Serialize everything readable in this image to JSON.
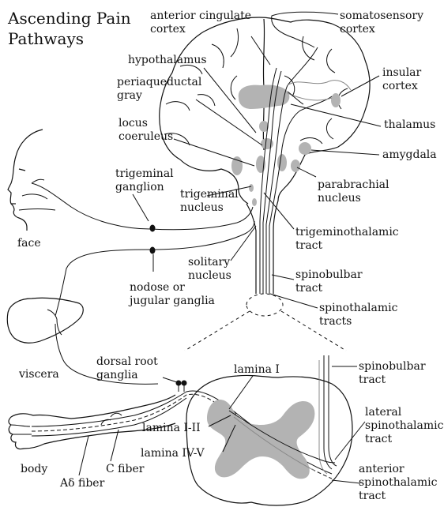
{
  "title": [
    "Ascending Pain",
    "Pathways"
  ],
  "labels": {
    "anterior_cingulate_cortex": [
      "anterior cingulate",
      "cortex"
    ],
    "somatosensory_cortex": [
      "somatosensory",
      "cortex"
    ],
    "hypothalamus": [
      "hypothalamus"
    ],
    "insular_cortex": [
      "insular",
      "cortex"
    ],
    "periaqueductal_gray": [
      "periaqueductal",
      "gray"
    ],
    "thalamus": [
      "thalamus"
    ],
    "locus_coeruleus": [
      "locus",
      "coeruleus"
    ],
    "amygdala": [
      "amygdala"
    ],
    "trigeminal_ganglion": [
      "trigeminal",
      "ganglion"
    ],
    "trigeminal_nucleus": [
      "trigeminal",
      "nucleus"
    ],
    "parabrachial_nucleus": [
      "parabrachial",
      "nucleus"
    ],
    "face": [
      "face"
    ],
    "trigeminothalamic_tract": [
      "trigeminothalamic",
      "tract"
    ],
    "solitary_nucleus": [
      "solitary",
      "nucleus"
    ],
    "nodose_or_jugular_ganglia": [
      "nodose or",
      "jugular ganglia"
    ],
    "spinobulbar_tract_upper": [
      "spinobulbar",
      "tract"
    ],
    "spinothalamic_tracts": [
      "spinothalamic",
      "tracts"
    ],
    "viscera": [
      "viscera"
    ],
    "dorsal_root_ganglia": [
      "dorsal root",
      "ganglia"
    ],
    "lamina_i": [
      "lamina I"
    ],
    "spinobulbar_tract_lower": [
      "spinobulbar",
      "tract"
    ],
    "lateral_spinothalamic_tract": [
      "lateral",
      "spinothalamic",
      "tract"
    ],
    "lamina_i_ii": [
      "lamina I-II"
    ],
    "lamina_iv_v": [
      "lamina IV-V"
    ],
    "body": [
      "body"
    ],
    "c_fiber": [
      "C fiber"
    ],
    "a_delta_fiber": [
      "Aδ fiber"
    ],
    "anterior_spinothalamic_tract": [
      "anterior",
      "spinothalamic",
      "tract"
    ]
  }
}
